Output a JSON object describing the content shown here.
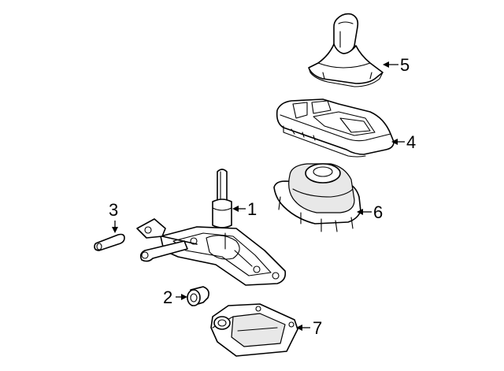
{
  "diagram": {
    "parts": [
      {
        "callout": "1",
        "component": "shifter-assembly"
      },
      {
        "callout": "2",
        "component": "bushing"
      },
      {
        "callout": "3",
        "component": "pin"
      },
      {
        "callout": "4",
        "component": "console-bezel"
      },
      {
        "callout": "5",
        "component": "shift-knob-and-boot"
      },
      {
        "callout": "6",
        "component": "inner-boot"
      },
      {
        "callout": "7",
        "component": "mounting-bracket"
      }
    ]
  }
}
